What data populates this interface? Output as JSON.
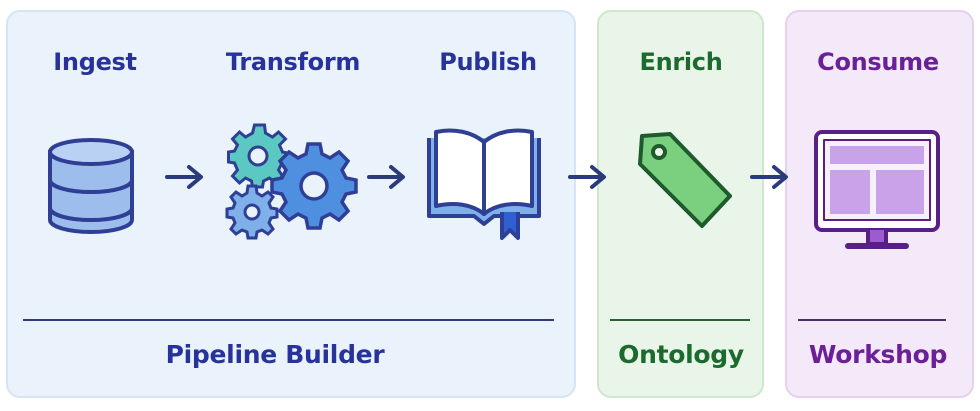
{
  "stages": [
    {
      "label": "Ingest",
      "icon": "database-icon"
    },
    {
      "label": "Transform",
      "icon": "gears-icon"
    },
    {
      "label": "Publish",
      "icon": "book-icon"
    },
    {
      "label": "Enrich",
      "icon": "tag-icon"
    },
    {
      "label": "Consume",
      "icon": "monitor-icon"
    }
  ],
  "groups": [
    {
      "label": "Pipeline Builder",
      "color": "#27339a"
    },
    {
      "label": "Ontology",
      "color": "#1d6a2e"
    },
    {
      "label": "Workshop",
      "color": "#6b2098"
    }
  ],
  "colors": {
    "blue_panel": "#eaf2fb",
    "green_panel": "#e9f5e8",
    "purple_panel": "#f3e9f8",
    "arrow": "#2a3b7c"
  }
}
